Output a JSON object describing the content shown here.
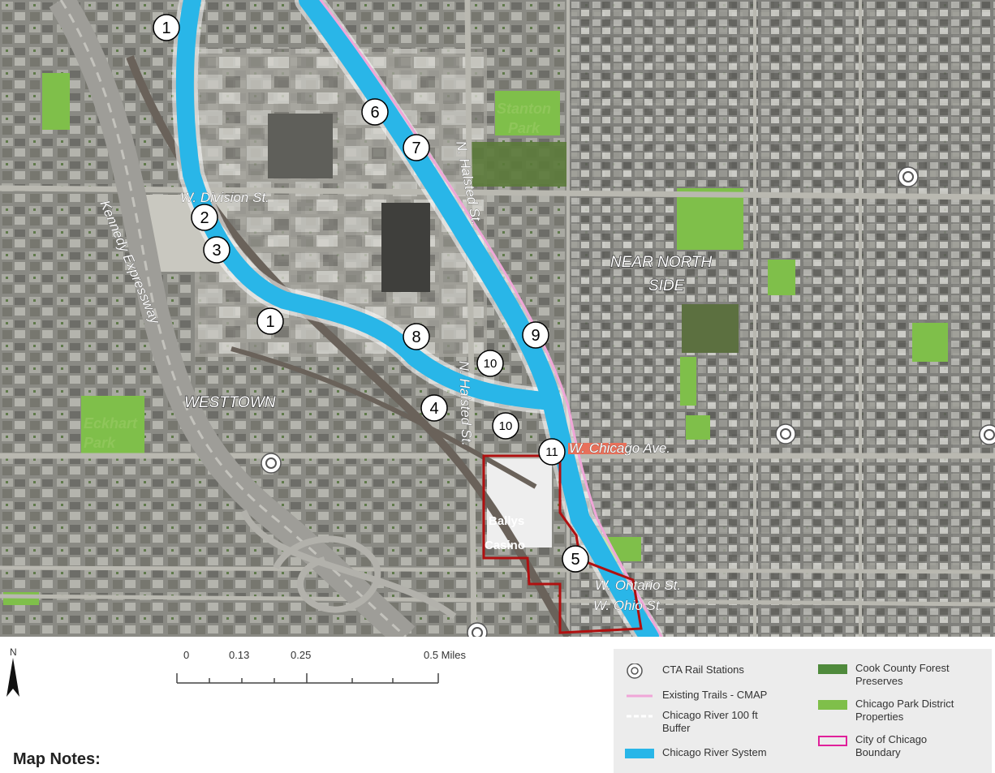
{
  "map": {
    "street_labels": {
      "division": "W. Division St.",
      "halsted_north": "N. Halsted St.",
      "halsted_south": "N. Halsted St.",
      "chicago_ave": "W. Chicago Ave.",
      "ontario": "W. Ontario St.",
      "ohio": "W. Ohio St.",
      "kennedy": "Kennedy Expressway"
    },
    "area_labels": {
      "near_north_line1": "NEAR NORTH",
      "near_north_line2": "SIDE",
      "westtown": "WESTTOWN"
    },
    "park_labels": {
      "stanton_line1": "Stanton",
      "stanton_line2": "Park",
      "eckhart_line1": "Eckhart",
      "eckhart_line2": "Park"
    },
    "casino_label": {
      "line1": "Ballys",
      "line2": "Casino"
    },
    "markers": [
      {
        "id": "m1a",
        "number": "1"
      },
      {
        "id": "m1b",
        "number": "1"
      },
      {
        "id": "m2",
        "number": "2"
      },
      {
        "id": "m3",
        "number": "3"
      },
      {
        "id": "m4",
        "number": "4"
      },
      {
        "id": "m5",
        "number": "5"
      },
      {
        "id": "m6",
        "number": "6"
      },
      {
        "id": "m7",
        "number": "7"
      },
      {
        "id": "m8",
        "number": "8"
      },
      {
        "id": "m9",
        "number": "9"
      },
      {
        "id": "m10a",
        "number": "10"
      },
      {
        "id": "m10b",
        "number": "10"
      },
      {
        "id": "m11",
        "number": "11"
      }
    ],
    "colors": {
      "river": "#29b6e8",
      "trail": "#f0a6d8",
      "boundary": "#b01010",
      "park": "#7fbf4a",
      "imagery": "#8f8f88"
    }
  },
  "north_arrow": {
    "label": "N"
  },
  "scale_bar": {
    "ticks": [
      "0",
      "0.13",
      "0.25",
      "0.5 Miles"
    ]
  },
  "legend": {
    "items": [
      {
        "key": "cta",
        "label": "CTA Rail Stations",
        "icon": "train-icon"
      },
      {
        "key": "trails",
        "label": "Existing Trails - CMAP"
      },
      {
        "key": "buffer",
        "label": "Chicago River 100 ft Buffer"
      },
      {
        "key": "river",
        "label": "Chicago River System"
      },
      {
        "key": "forest",
        "label": "Cook County Forest Preserves"
      },
      {
        "key": "park",
        "label": "Chicago Park District Properties"
      },
      {
        "key": "boundary",
        "label": "City of Chicago Boundary"
      }
    ]
  },
  "map_notes": {
    "title": "Map Notes:"
  }
}
